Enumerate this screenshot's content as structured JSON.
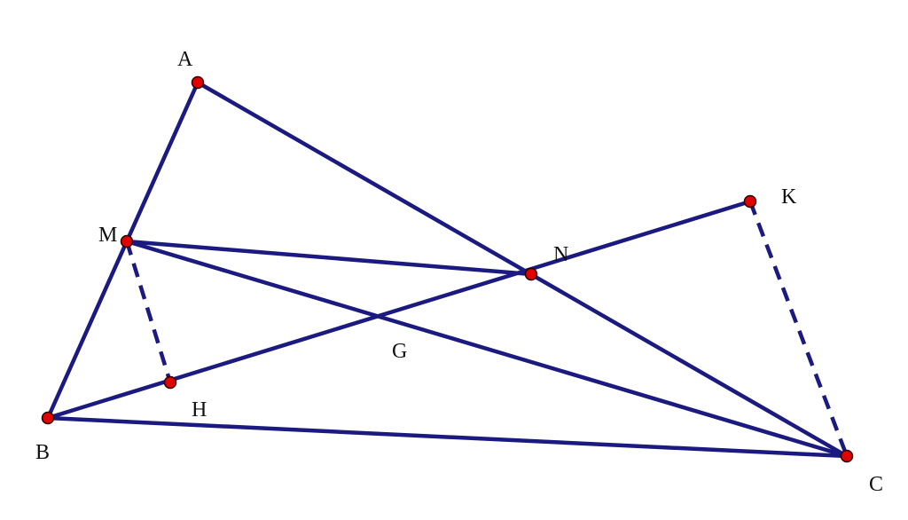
{
  "diagram": {
    "points": [
      {
        "id": "A",
        "label": "A"
      },
      {
        "id": "B",
        "label": "B"
      },
      {
        "id": "C",
        "label": "C"
      },
      {
        "id": "M",
        "label": "M"
      },
      {
        "id": "N",
        "label": "N"
      },
      {
        "id": "K",
        "label": "K"
      },
      {
        "id": "H",
        "label": "H"
      }
    ],
    "free_labels": [
      {
        "id": "G",
        "label": "G"
      }
    ],
    "segments": [
      {
        "from": "A",
        "to": "B",
        "style": "solid"
      },
      {
        "from": "A",
        "to": "C",
        "style": "solid"
      },
      {
        "from": "B",
        "to": "C",
        "style": "solid"
      },
      {
        "from": "M",
        "to": "N",
        "style": "solid"
      },
      {
        "from": "M",
        "to": "C",
        "style": "solid"
      },
      {
        "from": "B",
        "to": "K",
        "style": "solid"
      },
      {
        "from": "M",
        "to": "H",
        "style": "dashed"
      },
      {
        "from": "K",
        "to": "C",
        "style": "dashed"
      }
    ],
    "colors": {
      "line": "#1a1a80",
      "point": "#e10000"
    }
  }
}
